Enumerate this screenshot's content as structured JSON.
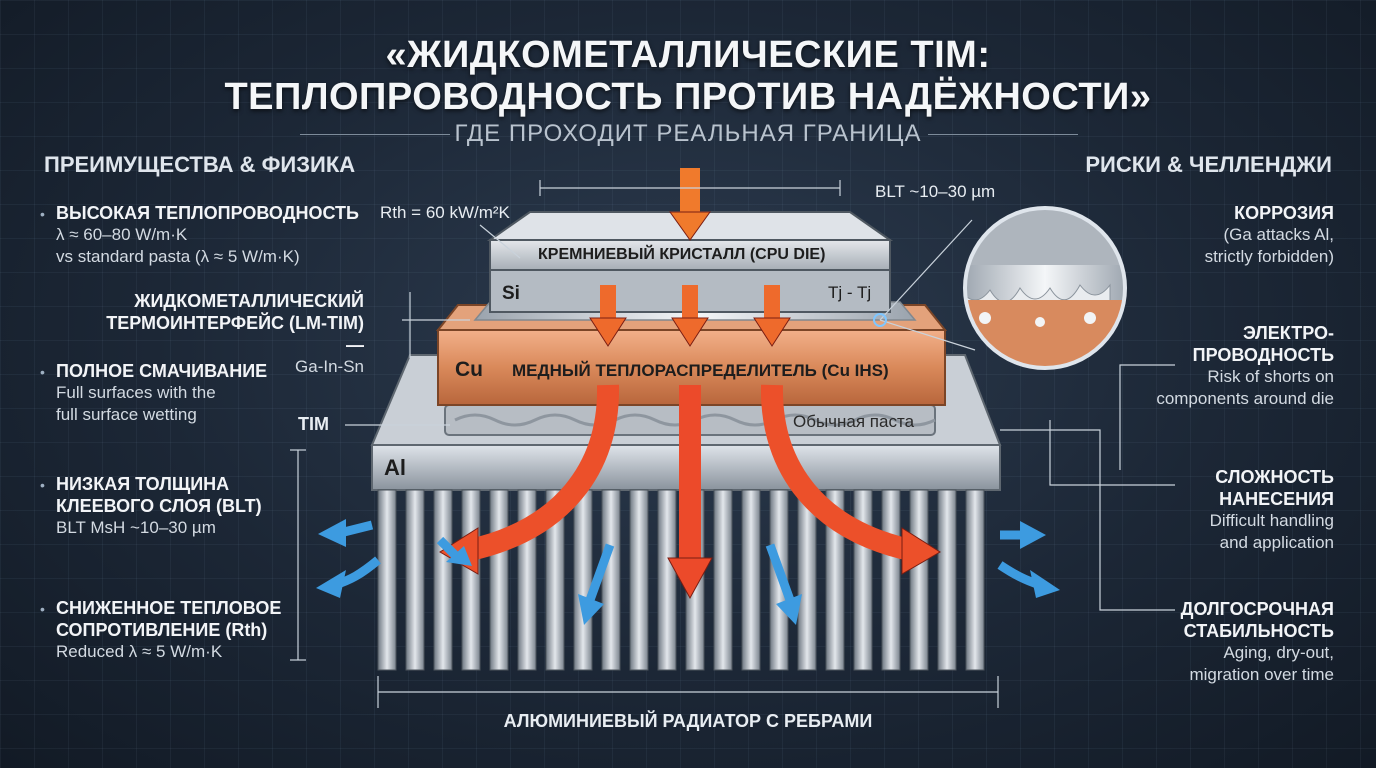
{
  "title_line1": "«ЖИДКОМЕТАЛЛИЧЕСКИЕ TIM:",
  "title_line2": "ТЕПЛОПРОВОДНОСТЬ ПРОТИВ НАДЁЖНОСТИ»",
  "subtitle": "ГДЕ ПРОХОДИТ РЕАЛЬНАЯ ГРАНИЦА",
  "left_heading": "ПРЕИМУЩЕСТВА & ФИЗИКА",
  "right_heading": "РИСКИ & ЧЕЛЛЕНДЖИ",
  "left_items": [
    {
      "h": "ВЫСОКАЯ ТЕПЛОПРОВОДНОСТЬ",
      "b1": "λ ≈ 60–80 W/m·K",
      "b2": "vs standard pasta (λ ≈ 5 W/m·K)"
    },
    {
      "h": "ПОЛНОЕ СМАЧИВАНИЕ",
      "b1": "Full surfaces with the",
      "b2": "full surface wetting"
    },
    {
      "h1": "НИЗКАЯ ТОЛЩИНА",
      "h2": "КЛЕЕВОГО СЛОЯ (BLT)",
      "b1": "BLT MsH ~10–30 µm"
    },
    {
      "h1": "СНИЖЕННОЕ ТЕПЛОВОЕ",
      "h2": "СОПРОТИВЛЕНИЕ (Rth)",
      "b1": "Reduced λ ≈ 5 W/m·K"
    }
  ],
  "right_items": [
    {
      "h": "КОРРОЗИЯ",
      "b1": "(Ga attacks Al,",
      "b2": "strictly forbidden)"
    },
    {
      "h1": "ЭЛЕКТРО-",
      "h2": "ПРОВОДНОСТЬ",
      "b1": "Risk of shorts on",
      "b2": "components around die"
    },
    {
      "h1": "СЛОЖНОСТЬ",
      "h2": "НАНЕСЕНИЯ",
      "b1": "Difficult handling",
      "b2": "and application"
    },
    {
      "h1": "ДОЛГОСРОЧНАЯ",
      "h2": "СТАБИЛЬНОСТЬ",
      "b1": "Aging, dry-out,",
      "b2": "migration over time"
    }
  ],
  "labels": {
    "rth": "Rth = 60 kW/m²K",
    "blt_top": "BLT ~10–30 µm",
    "die": "КРЕМНИЕВЫЙ КРИСТАЛЛ (CPU DIE)",
    "si": "Si",
    "tj": "Tj - Tj",
    "lm_tim1": "ЖИДКОМЕТАЛЛИЧЕСКИЙ",
    "lm_tim2": "ТЕРМОИНТЕРФЕЙС (LM-TIM) —",
    "lm_tim3": "Ga-In-Sn",
    "cu": "Cu",
    "ihs": "МЕДНЫЙ ТЕПЛОРАСПРЕДЕЛИТЕЛЬ (Cu IHS)",
    "tim": "TIM",
    "paste": "Обычная паста",
    "al": "Al",
    "radiator": "АЛЮМИНИЕВЫЙ РАДИАТОР С РЕБРАМИ"
  },
  "colors": {
    "heat_start": "#f59a28",
    "heat_end": "#e8332a",
    "air": "#3d9be0",
    "copper": "#d9895a",
    "aluminum": "#b9c0c8"
  }
}
